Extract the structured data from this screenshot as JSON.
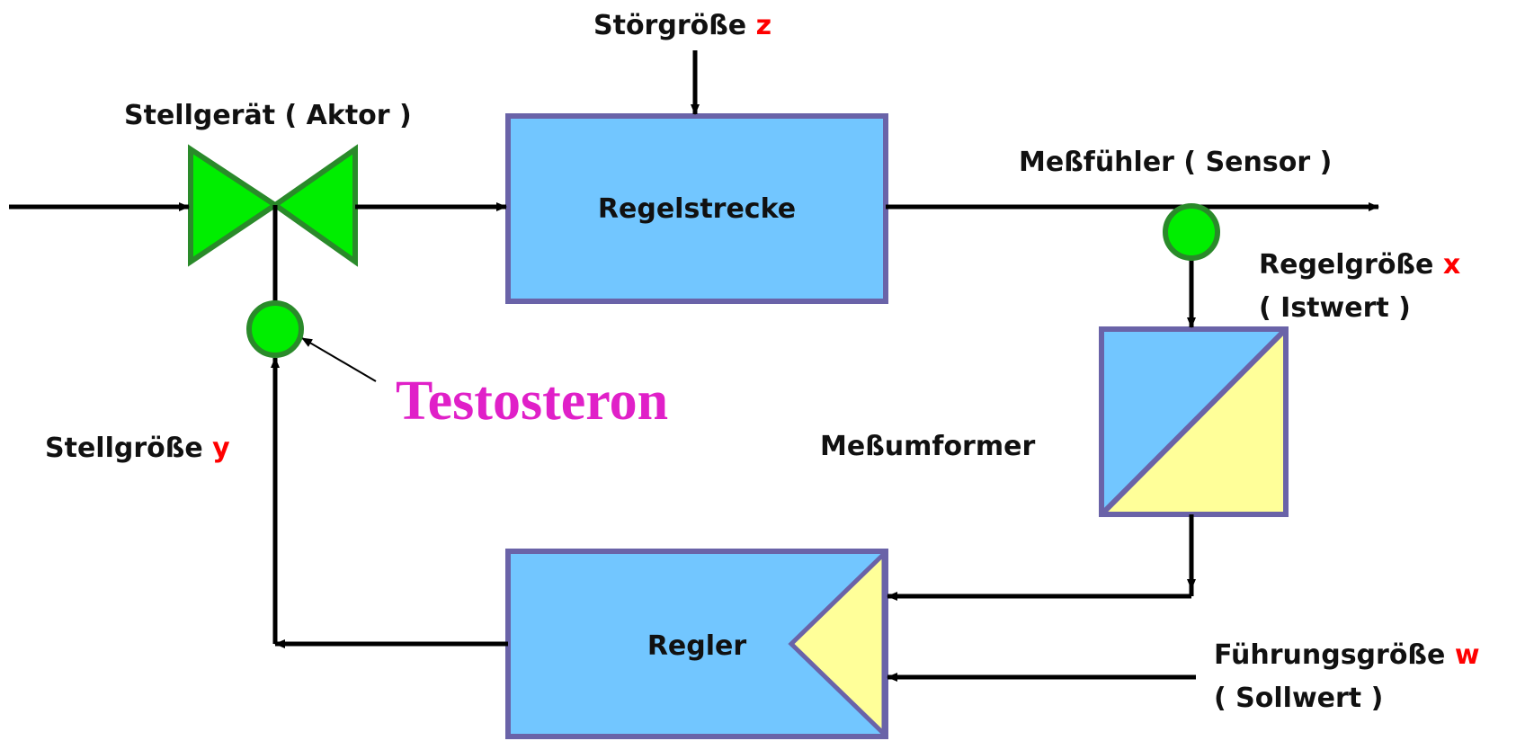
{
  "colors": {
    "block_fill": "#72c6ff",
    "block_stroke": "#6a63a8",
    "valve_fill": "#00ee00",
    "valve_stroke": "#2a8a2a",
    "converter_yellow": "#ffff99",
    "variable_symbol": "#ff0000",
    "highlight": "#e020c8",
    "line": "#000000"
  },
  "disturbance": {
    "label": "Störgröße",
    "symbol": "z"
  },
  "actuator": {
    "label": "Stellgerät ( Aktor )"
  },
  "plant": {
    "label": "Regelstrecke"
  },
  "sensor": {
    "label": "Meßfühler ( Sensor )"
  },
  "controlled_variable": {
    "label": "Regelgröße",
    "symbol": "x",
    "sub": "( Istwert )"
  },
  "transducer": {
    "label": "Meßumformer"
  },
  "controller": {
    "label": "Regler"
  },
  "reference": {
    "label": "Führungsgröße",
    "symbol": "w",
    "sub": "( Sollwert )"
  },
  "manipulated_variable": {
    "label": "Stellgröße",
    "symbol": "y"
  },
  "annotation": {
    "label": "Testosteron"
  }
}
